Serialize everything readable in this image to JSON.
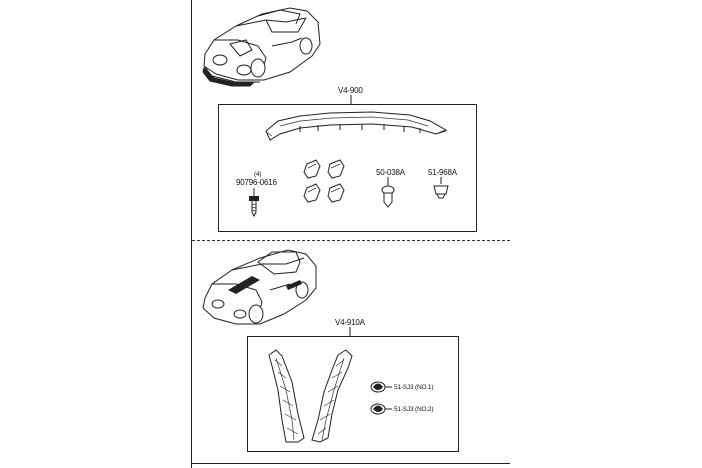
{
  "kits": [
    {
      "kit_code": "V4-900",
      "parts": [
        {
          "part_number": "90796-0616",
          "quantity": "(4)"
        },
        {
          "part_number": "50-038A"
        },
        {
          "part_number": "51-968A"
        }
      ]
    },
    {
      "kit_code": "V4-910A",
      "parts": [
        {
          "part_number": "51-SJ3 (NO.1)"
        },
        {
          "part_number": "51-SJ3 (NO.2)"
        }
      ]
    }
  ]
}
